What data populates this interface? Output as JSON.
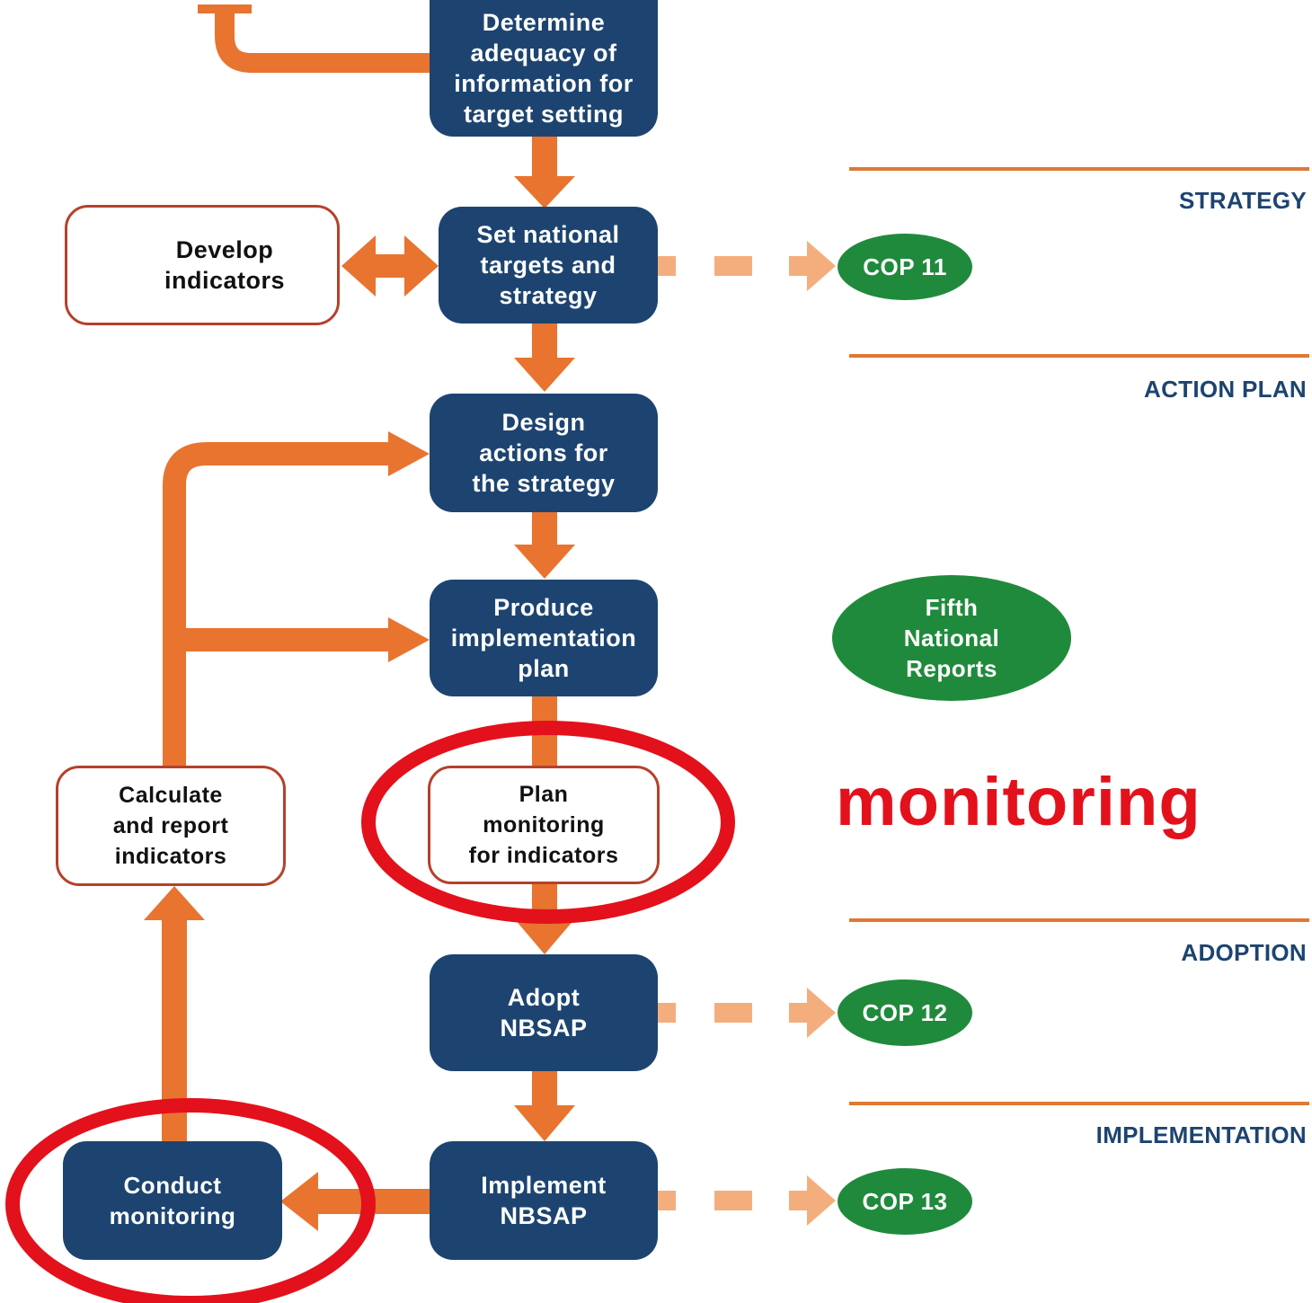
{
  "colors": {
    "box_fill": "#1d4470",
    "outline_box_border": "#b5412b",
    "arrow": "#e8742f",
    "dashed_arrow": "#f4ae7e",
    "oval_fill": "#208a3c",
    "section_text": "#1d4470",
    "section_rule": "#e07834",
    "highlight": "#e3111b"
  },
  "main_steps": {
    "determine": "Determine\nadequacy of\ninformation for\ntarget setting",
    "set_targets": "Set national\ntargets and\nstrategy",
    "design_actions": "Design\nactions for\nthe strategy",
    "produce_plan": "Produce\nimplementation\nplan",
    "plan_monitoring": "Plan\nmonitoring\nfor indicators",
    "adopt": "Adopt\nNBSAP",
    "implement": "Implement\nNBSAP"
  },
  "side_steps": {
    "develop_indicators": "Develop\nindicators",
    "calculate_report": "Calculate\nand report\nindicators",
    "conduct_monitoring": "Conduct\nmonitoring"
  },
  "milestones": {
    "cop11": "COP 11",
    "fifth_reports": "Fifth\nNational\nReports",
    "cop12": "COP 12",
    "cop13": "COP 13"
  },
  "sections": {
    "strategy": "STRATEGY",
    "action_plan": "ACTION PLAN",
    "adoption": "ADOPTION",
    "implementation": "IMPLEMENTATION"
  },
  "annotation": "monitoring",
  "highlighted_steps": [
    "plan-monitoring-step",
    "conduct-monitoring-step"
  ]
}
